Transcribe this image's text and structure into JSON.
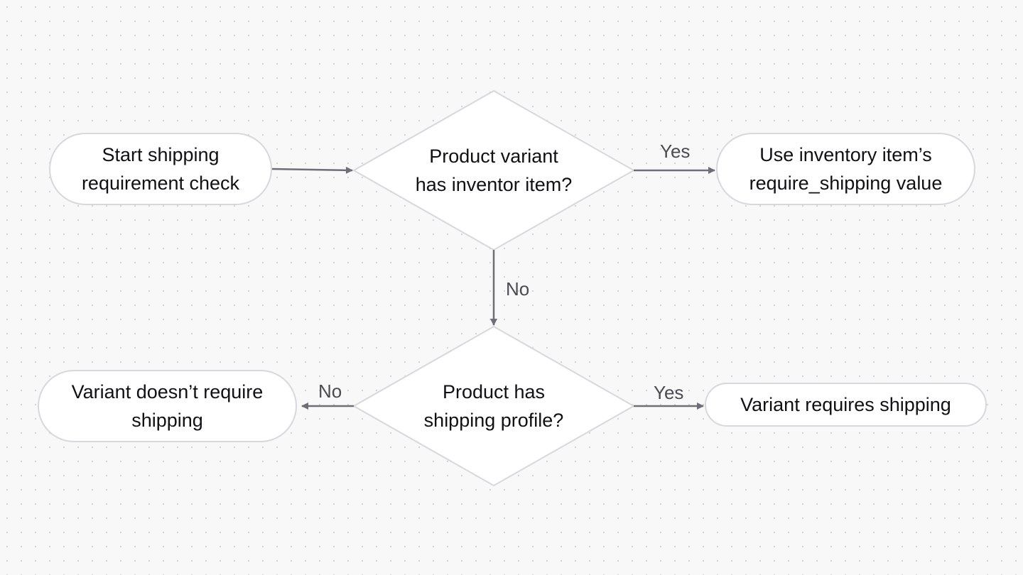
{
  "diagram": {
    "nodes": {
      "start": "Start shipping\nrequirement check",
      "decision_inventory": "Product variant\nhas inventor item?",
      "use_inventory": "Use inventory item’s\nrequire_shipping value",
      "decision_profile": "Product has\nshipping profile?",
      "no_shipping": "Variant doesn’t require\nshipping",
      "requires_shipping": "Variant requires shipping"
    },
    "edges": {
      "inventory_yes": "Yes",
      "inventory_no": "No",
      "profile_no": "No",
      "profile_yes": "Yes"
    },
    "colors": {
      "background": "#f8f8f9",
      "node_fill": "#ffffff",
      "node_border": "#d8d8dc",
      "connector": "#6e6e76",
      "text": "#111114"
    }
  }
}
